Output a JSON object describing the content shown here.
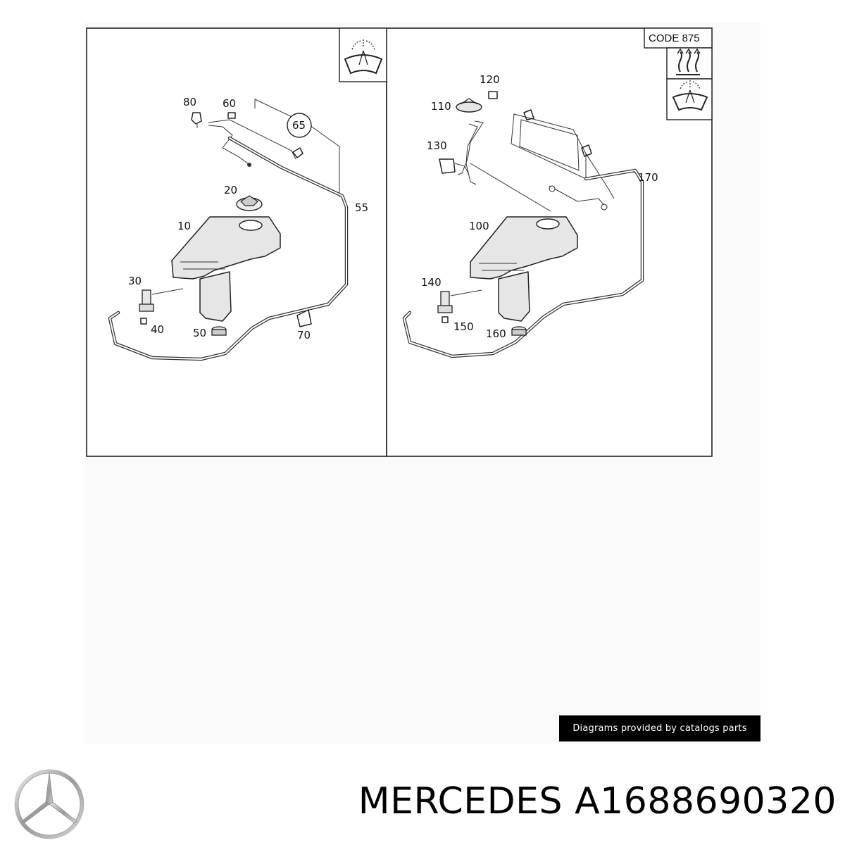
{
  "panels": {
    "left": {
      "callouts": [
        "80",
        "60",
        "65",
        "20",
        "55",
        "10",
        "30",
        "40",
        "50",
        "70"
      ],
      "icons": [
        "windshield-washer-icon"
      ]
    },
    "right": {
      "code_label": "CODE 875",
      "callouts": [
        "120",
        "110",
        "130",
        "170",
        "100",
        "140",
        "150",
        "160"
      ],
      "icons": [
        "heated-washer-icon",
        "windshield-washer-icon"
      ]
    }
  },
  "credit": {
    "text": "Diagrams provided by catalogs parts"
  },
  "brand": {
    "logo": "mercedes-star-logo"
  },
  "product": {
    "title": "MERCEDES A1688690320"
  }
}
